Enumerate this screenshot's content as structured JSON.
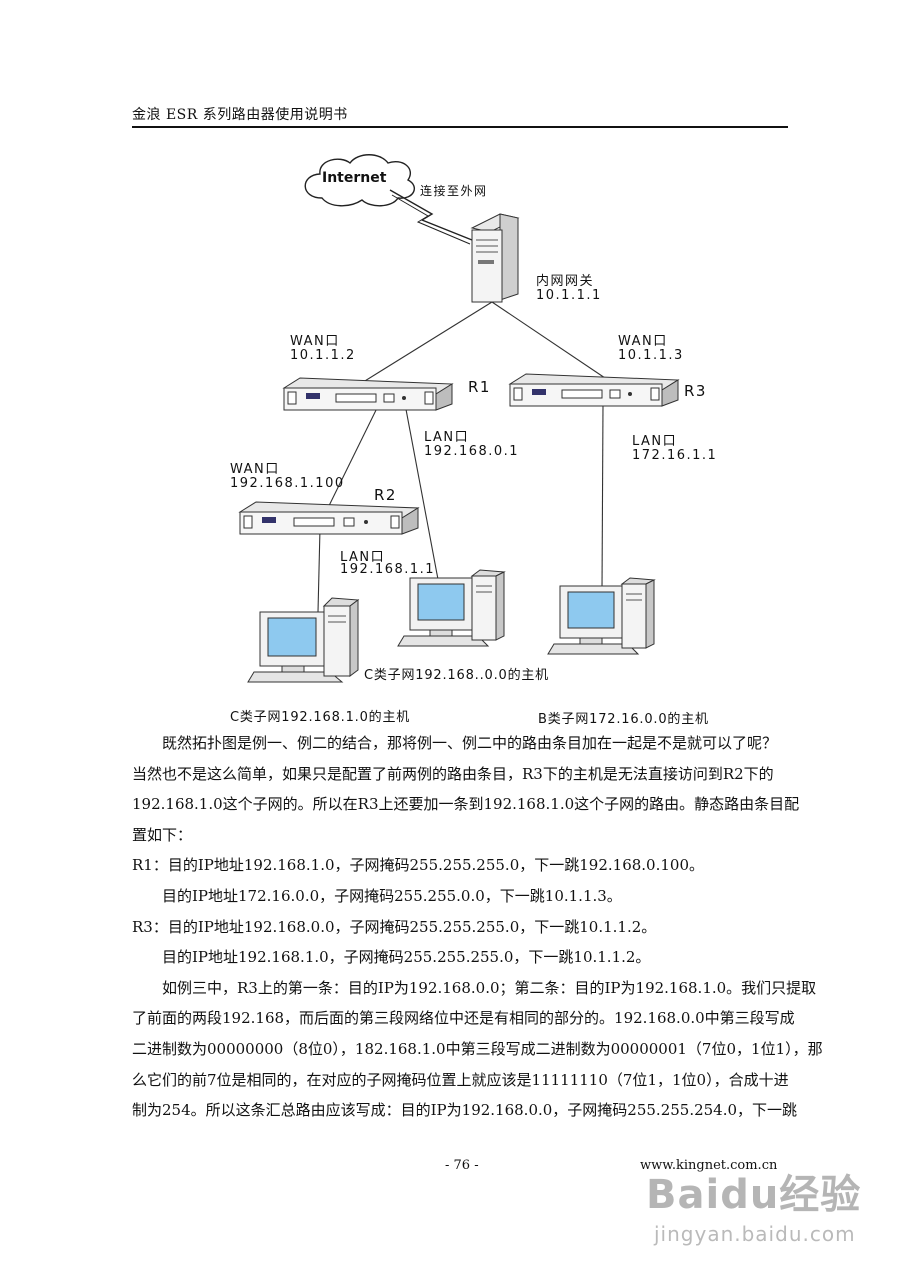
{
  "header": {
    "title": "金浪 ESR 系列路由器使用说明书"
  },
  "diagram": {
    "internet": "Internet",
    "connect_external": "连接至外网",
    "gateway": {
      "label": "内网网关",
      "ip": "10.1.1.1"
    },
    "r1": {
      "name": "R1",
      "wan_label": "WAN口",
      "wan_ip": "10.1.1.2",
      "lan_label": "LAN口",
      "lan_ip": "192.168.0.1"
    },
    "r3": {
      "name": "R3",
      "wan_label": "WAN口",
      "wan_ip": "10.1.1.3",
      "lan_label": "LAN口",
      "lan_ip": "172.16.1.1"
    },
    "r2": {
      "name": "R2",
      "wan_label": "WAN口",
      "wan_ip": "192.168.1.100",
      "lan_label": "LAN口",
      "lan_ip": "192.168.1.1"
    },
    "captions": {
      "c_subnet_0": "C类子网192.168..0.0的主机",
      "c_subnet_1": "C类子网192.168.1.0的主机",
      "b_subnet": "B类子网172.16.0.0的主机"
    }
  },
  "body": {
    "p1": [
      "既然拓扑图是例一、例二的结合，那将例一、例二中的路由条目加在一起是不是就可以了呢？",
      "当然也不是这么简单，如果只是配置了前两例的路由条目，R3下的主机是无法直接访问到R2下的",
      "192.168.1.0这个子网的。所以在R3上还要加一条到192.168.1.0这个子网的路由。静态路由条目配",
      "置如下："
    ],
    "r1_line1": "R1：目的IP地址192.168.1.0，子网掩码255.255.255.0，下一跳192.168.0.100。",
    "r1_line2": "目的IP地址172.16.0.0，子网掩码255.255.0.0，下一跳10.1.1.3。",
    "r3_line1": "R3：目的IP地址192.168.0.0，子网掩码255.255.255.0，下一跳10.1.1.2。",
    "r3_line2": "目的IP地址192.168.1.0，子网掩码255.255.255.0，下一跳10.1.1.2。",
    "p2": [
      "如例三中，R3上的第一条：目的IP为192.168.0.0；第二条：目的IP为192.168.1.0。我们只提取",
      "了前面的两段192.168，而后面的第三段网络位中还是有相同的部分的。192.168.0.0中第三段写成",
      "二进制数为00000000（8位0），182.168.1.0中第三段写成二进制数为00000001（7位0，1位1），那",
      "么它们的前7位是相同的，在对应的子网掩码位置上就应该是11111110（7位1，1位0），合成十进",
      "制为254。所以这条汇总路由应该写成：目的IP为192.168.0.0，子网掩码255.255.254.0，下一跳"
    ]
  },
  "footer": {
    "page": "- 76 -",
    "url": "www.kingnet.com.cn"
  },
  "watermark": {
    "logo": "Baidu经验",
    "url": "jingyan.baidu.com"
  },
  "colors": {
    "screen": "#8ec9ef",
    "rule": "#111111"
  }
}
